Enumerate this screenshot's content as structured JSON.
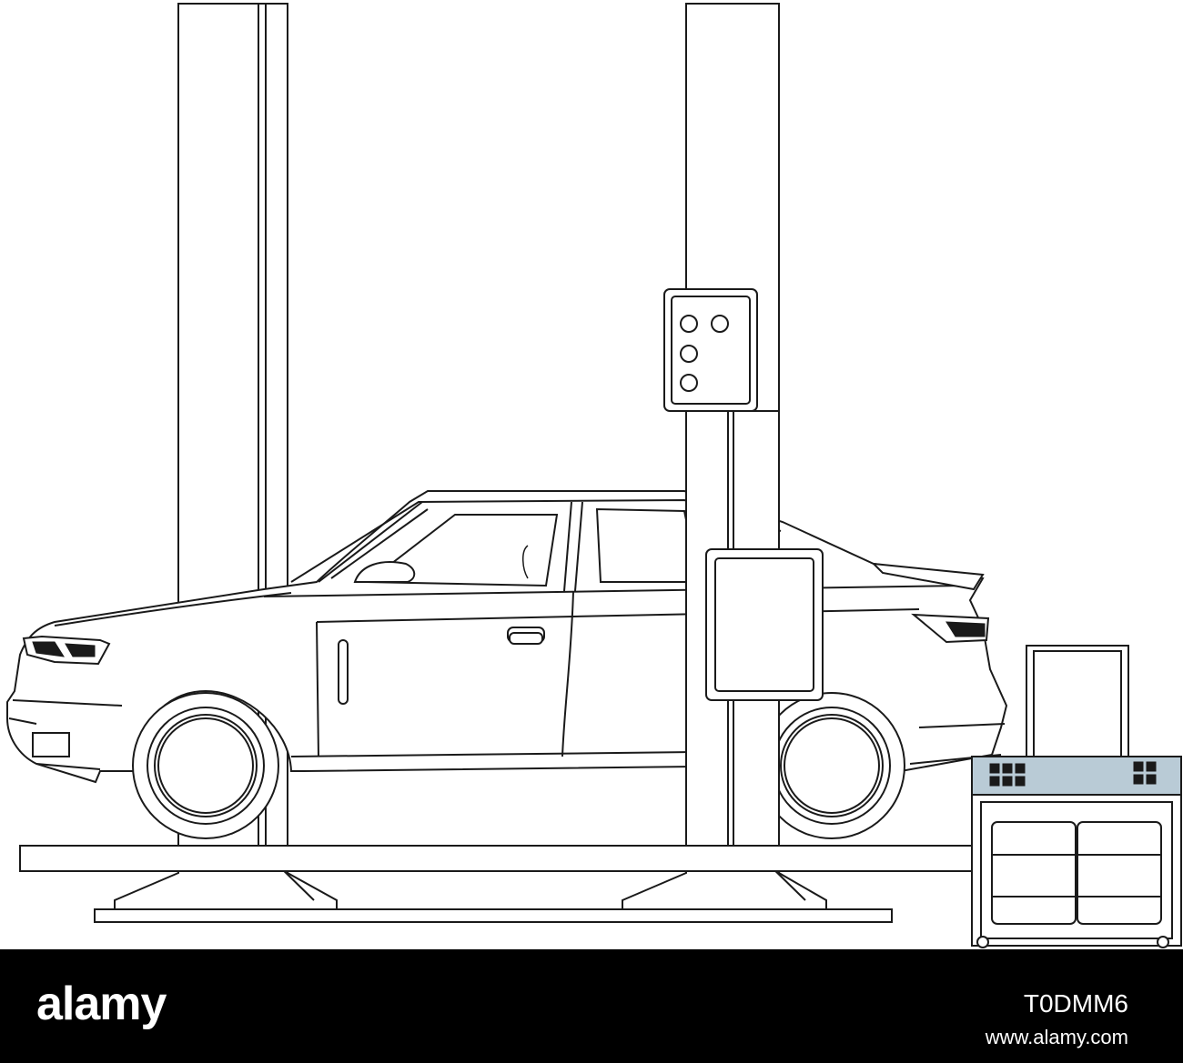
{
  "illustration": {
    "subject": "car-on-two-post-lift",
    "stroke_color": "#1a1a1a",
    "background_color": "#ffffff",
    "accent_color": "#b9cbd6"
  },
  "watermark": {
    "logo_text": "alamy",
    "image_id": "T0DMM6",
    "url": "www.alamy.com"
  }
}
